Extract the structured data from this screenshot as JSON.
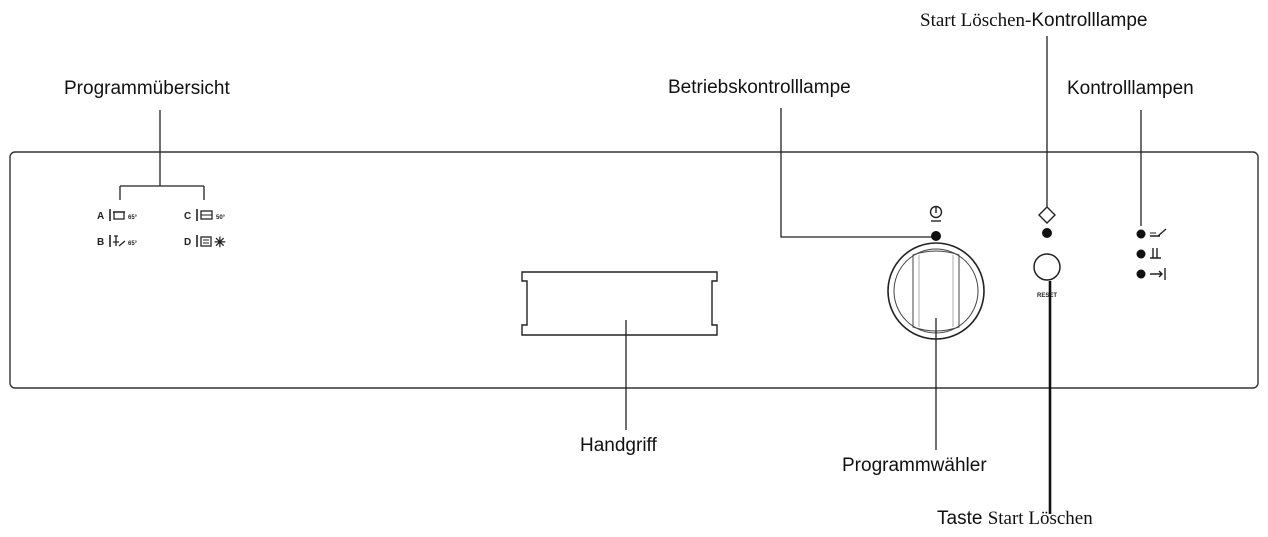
{
  "labels": {
    "programmuebersicht": "Programmübersicht",
    "betriebskontrolllampe": "Betriebskontrolllampe",
    "start_loeschen_lamp_prefix": "Start Löschen-",
    "start_loeschen_lamp_suffix": "Kontrolllampe",
    "kontrolllampen": "Kontrolllampen",
    "handgriff": "Handgriff",
    "programmwaehler": "Programmwähler",
    "taste_prefix": "Taste ",
    "taste_suffix": "Start Löschen"
  },
  "program_overview": [
    {
      "letter": "A",
      "icon": "pot-icon",
      "temp": "65°"
    },
    {
      "letter": "C",
      "icon": "dishes-icon",
      "temp": "50°"
    },
    {
      "letter": "B",
      "icon": "glasses-icon",
      "temp": "65°"
    },
    {
      "letter": "D",
      "icon": "rinse-icon",
      "temp": "✳"
    }
  ],
  "reset_label": "RESET",
  "power_symbol": "on-off-icon",
  "start_symbol": "diamond-icon",
  "indicator_icons": [
    "wash-icon",
    "drying-icon",
    "end-icon"
  ]
}
